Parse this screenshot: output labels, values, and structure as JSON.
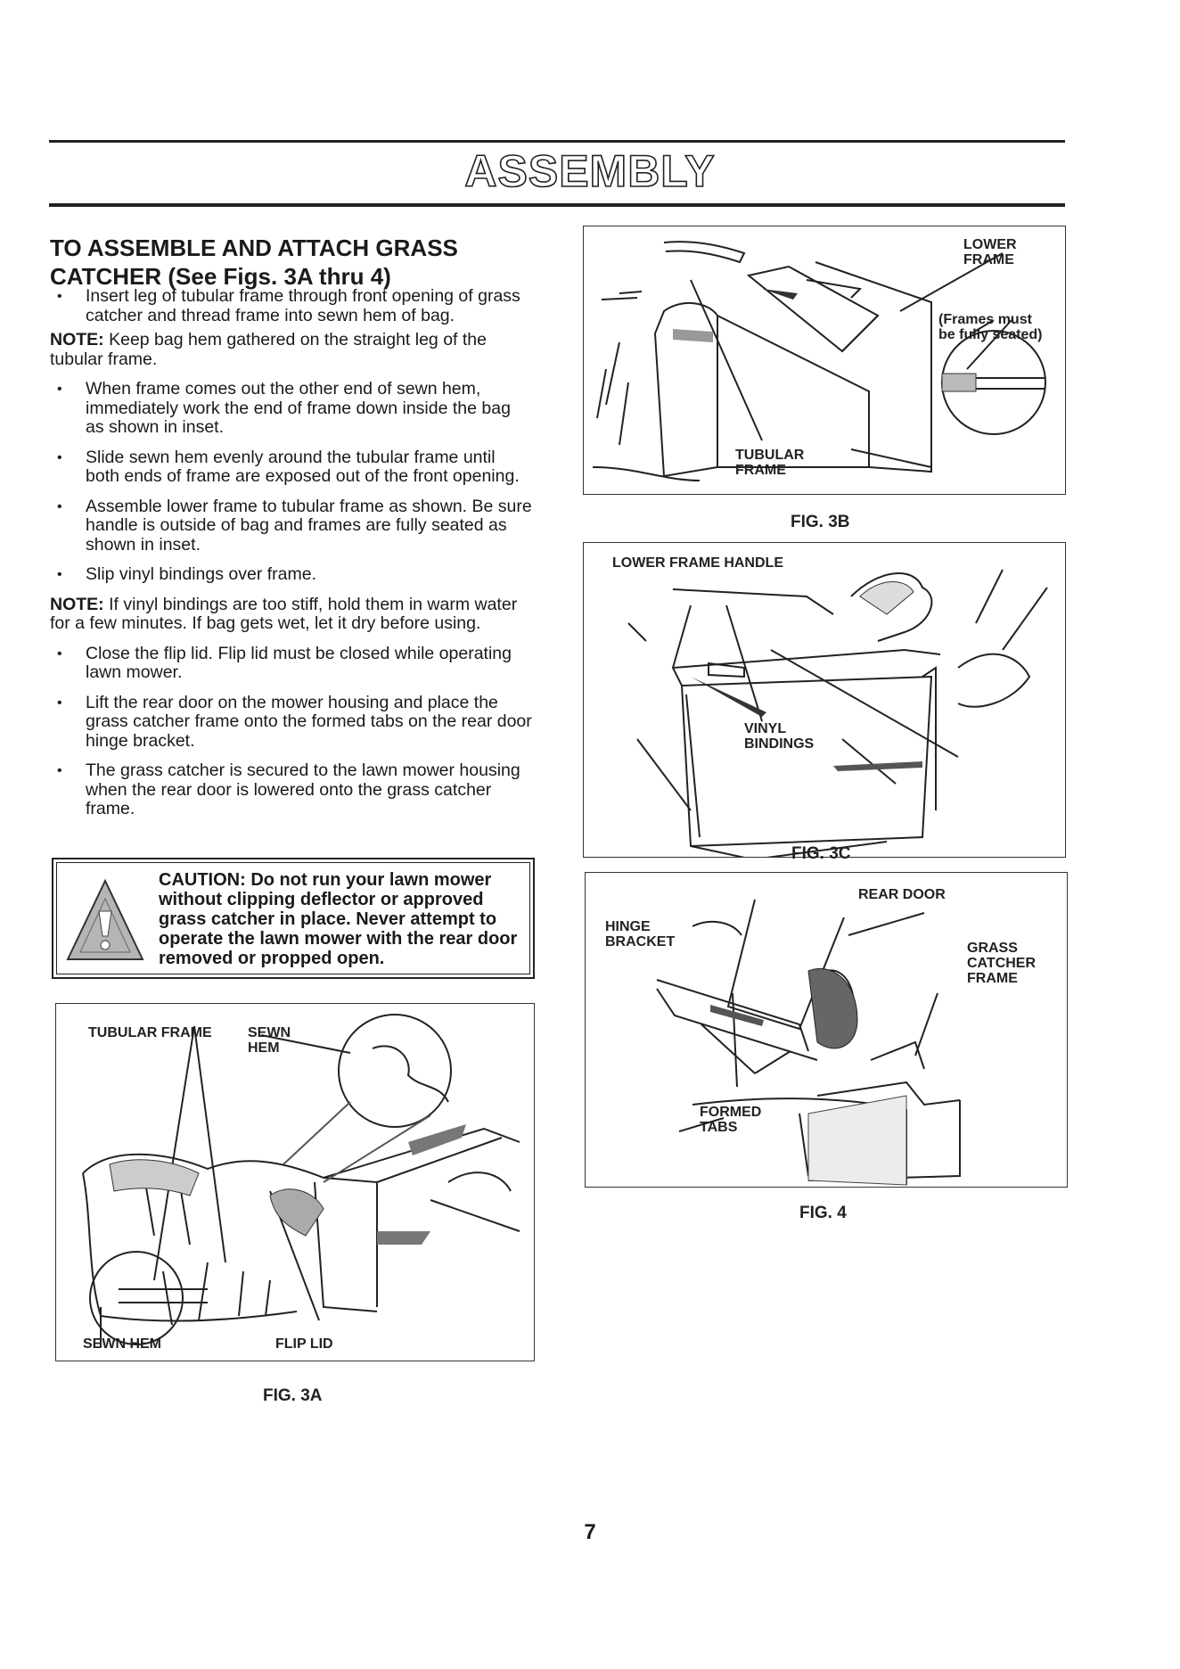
{
  "page": {
    "title": "ASSEMBLY",
    "heading": "TO ASSEMBLE AND ATTACH GRASS CATCHER (See Figs. 3A thru 4)",
    "page_number": "7"
  },
  "steps": {
    "s1": "Insert leg of tubular frame through front opening of grass catcher and thread frame into sewn hem of bag.",
    "note1_label": "NOTE:",
    "note1_text": " Keep bag hem gathered on the straight leg of the tubular frame.",
    "s2": "When frame comes out the other end of sewn hem, immediately work the end of frame down inside the bag as shown in inset.",
    "s3": "Slide sewn hem evenly around the tubular frame until both ends of frame are exposed out of the front opening.",
    "s4": "Assemble lower frame to tubular frame as shown. Be sure handle is outside of bag and frames are fully seated as shown in inset.",
    "s5": "Slip vinyl bindings over frame.",
    "note2_label": "NOTE:",
    "note2_text": " If vinyl bindings are too stiff, hold them in warm water for a few minutes. If bag gets wet, let it dry before using.",
    "s6": "Close the flip lid. Flip lid must be closed while operating lawn mower.",
    "s7": "Lift the rear door on the mower housing and place the grass catcher frame onto the formed tabs on the rear door hinge bracket.",
    "s8": "The grass catcher is secured to the lawn mower housing when the rear door is lowered onto the grass catcher frame."
  },
  "caution": {
    "text": "CAUTION: Do not run your lawn mower without clipping deflector or approved grass catcher in place. Never attempt to operate the lawn mower with the rear door removed or propped open."
  },
  "fig3a": {
    "caption": "FIG. 3A",
    "tubular_frame": "TUBULAR FRAME",
    "sewn_hem_top": "SEWN\nHEM",
    "sewn_hem_bottom": "SEWN HEM",
    "flip_lid": "FLIP LID"
  },
  "fig3b": {
    "caption": "FIG. 3B",
    "lower_frame": "LOWER\nFRAME",
    "inset_note": "(Frames must\nbe fully seated)",
    "tubular_frame": "TUBULAR\nFRAME"
  },
  "fig3c": {
    "caption": "FIG. 3C",
    "handle": "LOWER FRAME HANDLE",
    "vinyl": "VINYL\nBINDINGS"
  },
  "fig4": {
    "caption": "FIG. 4",
    "rear_door": "REAR DOOR",
    "hinge": "HINGE\nBRACKET",
    "frame": "GRASS\nCATCHER\nFRAME",
    "tabs": "FORMED\nTABS"
  },
  "colors": {
    "ink": "#222222",
    "paper": "#ffffff",
    "shade": "#9a9a9a"
  }
}
